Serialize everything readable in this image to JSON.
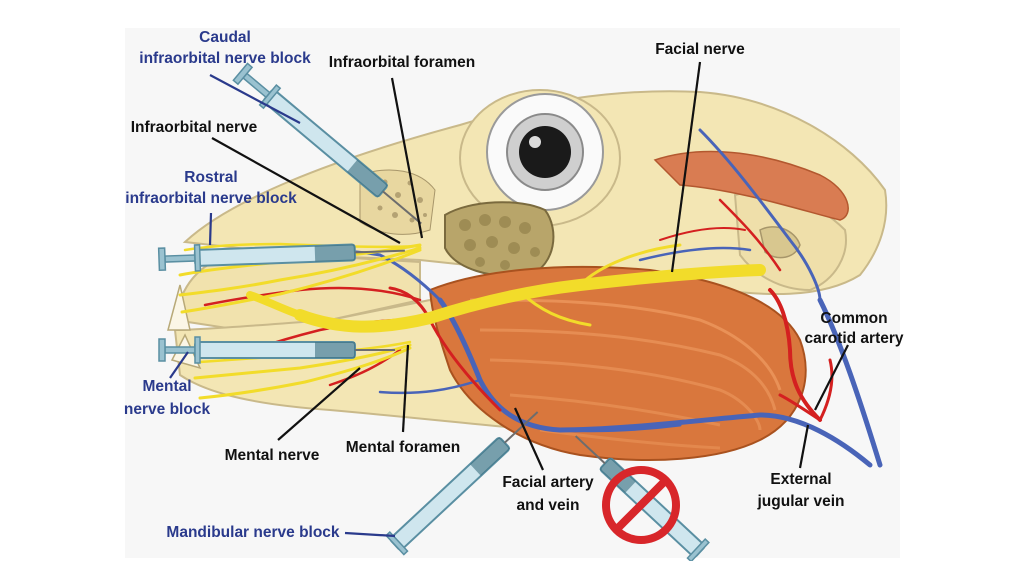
{
  "colors": {
    "background": "#ffffff",
    "frame_bg": "#f7f7f7",
    "bone": "#f3e6b4",
    "bone_edge": "#c9b98a",
    "muscle": "#d9773d",
    "muscle_light": "#ef9d62",
    "nerve": "#f2dc2a",
    "artery": "#d42020",
    "vein": "#4964b8",
    "block_label": "#2a3a8c",
    "anatomy_label": "#111111",
    "prohibited": "#d8262a"
  },
  "labels": {
    "caudal_block": [
      "Caudal",
      "infraorbital nerve block"
    ],
    "infraorbital_foramen": "Infraorbital foramen",
    "facial_nerve": "Facial nerve",
    "infraorbital_nerve": "Infraorbital nerve",
    "rostral_block": [
      "Rostral",
      "infraorbital nerve block"
    ],
    "mental_block": [
      "Mental",
      "nerve block"
    ],
    "common_carotid": [
      "Common",
      "carotid artery"
    ],
    "mental_nerve": "Mental nerve",
    "mental_foramen": "Mental foramen",
    "facial_artery_vein": [
      "Facial artery",
      "and vein"
    ],
    "external_jugular": [
      "External",
      "jugular vein"
    ],
    "mandibular_block": "Mandibular nerve block"
  },
  "icons": {
    "prohibited": "prohibited-sign-icon",
    "syringe": "syringe-icon",
    "eye": "eye-icon"
  }
}
